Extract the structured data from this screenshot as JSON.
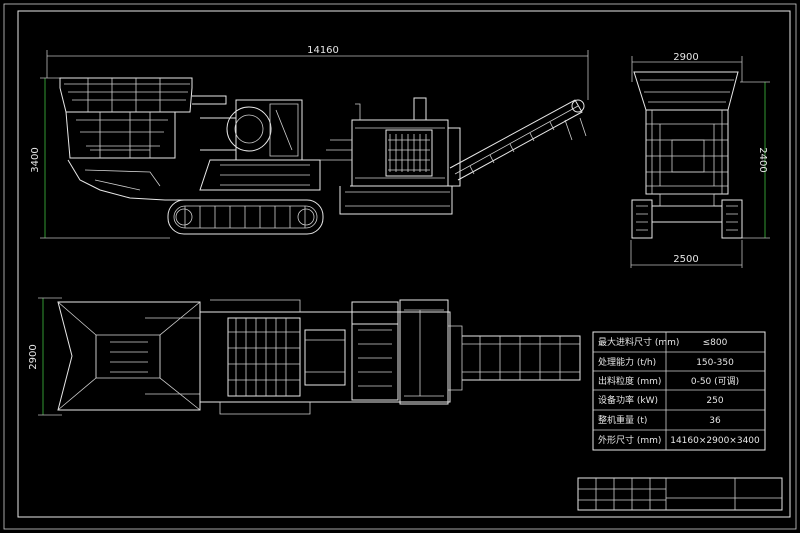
{
  "dimensions": {
    "side_length": "14160",
    "side_height": "3400",
    "front_width": "2900",
    "front_height": "2400",
    "front_base": "2500",
    "top_width": "2900"
  },
  "spec_table": {
    "rows": [
      {
        "label": "最大进料尺寸 (mm)",
        "value": "≤800"
      },
      {
        "label": "处理能力 (t/h)",
        "value": "150-350"
      },
      {
        "label": "出料粒度 (mm)",
        "value": "0-50 (可调)"
      },
      {
        "label": "设备功率 (kW)",
        "value": "250"
      },
      {
        "label": "整机重量 (t)",
        "value": "36"
      },
      {
        "label": "外形尺寸 (mm)",
        "value": "14160×2900×3400"
      }
    ]
  },
  "colors": {
    "background": "#000000",
    "line": "#e8e8e8",
    "accent": "#3fbf3f"
  }
}
